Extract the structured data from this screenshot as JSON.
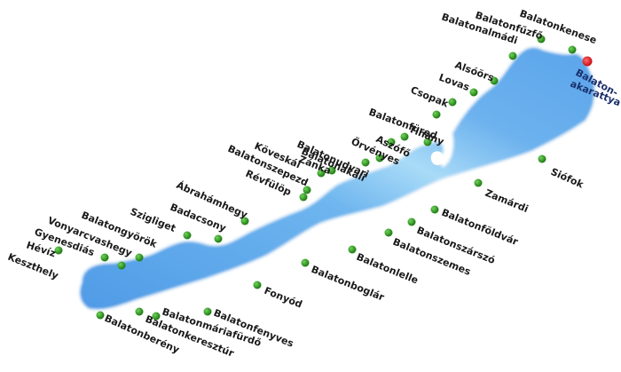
{
  "map": {
    "lake_color": "#5aa6ea",
    "lake_highlight": "#9fd3f7",
    "dot_color": "#2e8b1f",
    "marker_color": "#e0141b"
  },
  "towns": [
    {
      "name": "Balatonfűzfő"
    },
    {
      "name": "Balatonkenese"
    },
    {
      "name": "Balatonalmádi"
    },
    {
      "name": "Balaton-"
    },
    {
      "name": "akarattya"
    },
    {
      "name": "Alsóörs"
    },
    {
      "name": "Lovas"
    },
    {
      "name": "Csopak"
    },
    {
      "name": "Balatonfüred"
    },
    {
      "name": "Aszófő"
    },
    {
      "name": "Örvényes"
    },
    {
      "name": "Tihany"
    },
    {
      "name": "Siófok"
    },
    {
      "name": "Balatonudvari"
    },
    {
      "name": "Balatonakali"
    },
    {
      "name": "Zánka"
    },
    {
      "name": "Köveskál"
    },
    {
      "name": "Balatonszepezd"
    },
    {
      "name": "Révfülöp"
    },
    {
      "name": "Zamárdi"
    },
    {
      "name": "Ábrahámhegy"
    },
    {
      "name": "Badacsony"
    },
    {
      "name": "Szigliget"
    },
    {
      "name": "Balatongyörök"
    },
    {
      "name": "Vonyarcvashegy"
    },
    {
      "name": "Gyenesdiás"
    },
    {
      "name": "Hévíz"
    },
    {
      "name": "Keszthely"
    },
    {
      "name": "Balatonföldvár"
    },
    {
      "name": "Balatonszárszó"
    },
    {
      "name": "Balatonszemes"
    },
    {
      "name": "Balatonlelle"
    },
    {
      "name": "Balatonboglár"
    },
    {
      "name": "Fonyód"
    },
    {
      "name": "Balatonfenyves"
    },
    {
      "name": "Balatonmáriafürdő"
    },
    {
      "name": "Balatonkeresztúr"
    },
    {
      "name": "Balatonberény"
    }
  ]
}
